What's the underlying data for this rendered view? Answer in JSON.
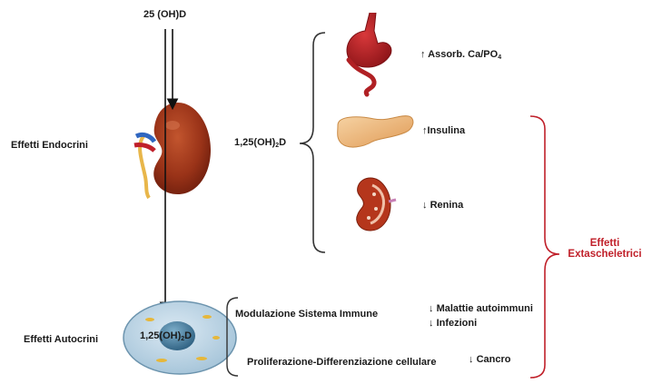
{
  "source_label": "25 (OH)D",
  "kidney_label": "Effetti Endocrini",
  "autocrine_label": "Effetti Autocrini",
  "hormone": {
    "text": "1,25(OH)",
    "sub": "2",
    "tail": "D"
  },
  "cell_hormone": {
    "text": "1,25(OH)",
    "sub": "2",
    "tail": "D"
  },
  "endocrine_targets": [
    {
      "organ": "stomach-intestine-icon",
      "arrow": "↑",
      "text": "Assorb. Ca/PO",
      "sub": "4"
    },
    {
      "organ": "pancreas-icon",
      "arrow": "↑",
      "text": "Insulina",
      "sub": ""
    },
    {
      "organ": "kidney-section-icon",
      "arrow": "↓",
      "text": "Renina",
      "sub": ""
    }
  ],
  "autocrine_targets": [
    {
      "label": "Modulazione Sistema Immune",
      "effects": [
        {
          "arrow": "↓",
          "text": "Malattie autoimmuni"
        },
        {
          "arrow": "↓",
          "text": "Infezioni"
        }
      ]
    },
    {
      "label": "Proliferazione-Differenziazione cellulare",
      "effects": [
        {
          "arrow": "↓",
          "text": "Cancro"
        }
      ]
    }
  ],
  "extraskeletal": {
    "line1": "Effetti",
    "line2": "Extascheletrici"
  },
  "colors": {
    "accent_red": "#c0202a",
    "kidney": "#8b2a16",
    "cell": "#c6dbe9",
    "nucleus": "#4a7ea0"
  }
}
